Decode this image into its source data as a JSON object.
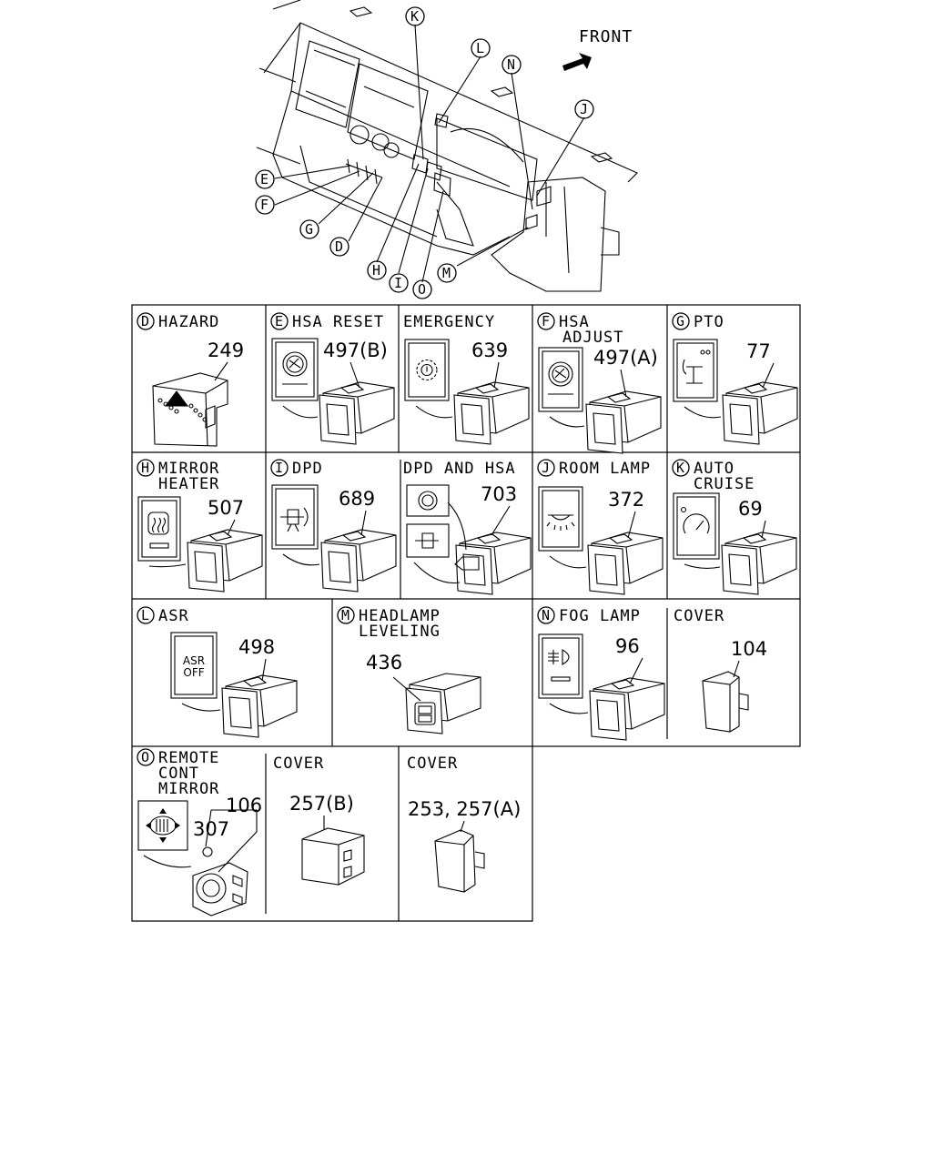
{
  "front_label": "FRONT",
  "overview_callouts": [
    "K",
    "L",
    "N",
    "J",
    "E",
    "F",
    "G",
    "D",
    "H",
    "I",
    "O",
    "M"
  ],
  "cells": [
    {
      "id": "D",
      "letter": "D",
      "title": [
        "HAZARD"
      ],
      "part": "249"
    },
    {
      "id": "E",
      "letter": "E",
      "title": [
        "HSA RESET"
      ],
      "part": "497(B)"
    },
    {
      "id": "EMG",
      "letter": "",
      "title": [
        "EMERGENCY"
      ],
      "part": "639"
    },
    {
      "id": "F",
      "letter": "F",
      "title": [
        "HSA",
        "ADJUST"
      ],
      "part": "497(A)"
    },
    {
      "id": "G",
      "letter": "G",
      "title": [
        "PTO"
      ],
      "part": "77"
    },
    {
      "id": "H",
      "letter": "H",
      "title": [
        "MIRROR",
        "HEATER"
      ],
      "part": "507"
    },
    {
      "id": "I",
      "letter": "I",
      "title": [
        "DPD"
      ],
      "part": "689"
    },
    {
      "id": "DH",
      "letter": "",
      "title": [
        "DPD AND HSA"
      ],
      "part": "703"
    },
    {
      "id": "J",
      "letter": "J",
      "title": [
        "ROOM LAMP"
      ],
      "part": "372"
    },
    {
      "id": "K",
      "letter": "K",
      "title": [
        "AUTO",
        "CRUISE"
      ],
      "part": "69"
    },
    {
      "id": "L",
      "letter": "L",
      "title": [
        "ASR"
      ],
      "part": "498",
      "switch_text": [
        "ASR",
        "OFF"
      ]
    },
    {
      "id": "M",
      "letter": "M",
      "title": [
        "HEADLAMP",
        "LEVELING"
      ],
      "part": "436"
    },
    {
      "id": "N",
      "letter": "N",
      "title": [
        "FOG LAMP"
      ],
      "part": "96"
    },
    {
      "id": "C1",
      "letter": "",
      "title": [
        "COVER"
      ],
      "part": "104"
    },
    {
      "id": "O",
      "letter": "O",
      "title": [
        "REMOTE",
        "CONT",
        "MIRROR"
      ],
      "part": "106",
      "part2": "307"
    },
    {
      "id": "C2",
      "letter": "",
      "title": [
        "COVER"
      ],
      "part": "257(B)"
    },
    {
      "id": "C3",
      "letter": "",
      "title": [
        "COVER"
      ],
      "part": "253, 257(A)"
    }
  ]
}
